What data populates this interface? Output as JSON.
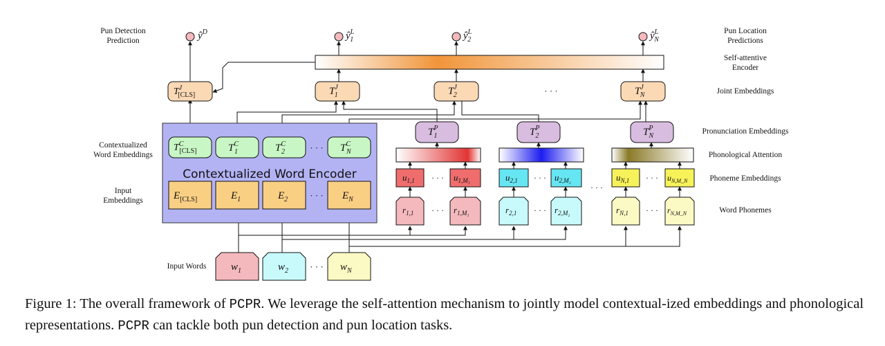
{
  "labels": {
    "pun_detection": [
      "Pun Detection",
      "Prediction"
    ],
    "pun_location": [
      "Pun Location",
      "Predictions"
    ],
    "self_attentive": [
      "Self-attentive",
      "Encoder"
    ],
    "joint_embeddings": "Joint Embeddings",
    "pronunciation_embeddings": "Pronunciation Embeddings",
    "phonological_attention": "Phonological Attention",
    "phoneme_embeddings": "Phoneme Embeddings",
    "word_phonemes": "Word Phonemes",
    "contextualized_word_embeddings": [
      "Contextualized",
      "Word Embeddings"
    ],
    "input_embeddings": [
      "Input",
      "Embeddings"
    ],
    "input_words": "Input Words",
    "encoder_title": "Contextualized Word Encoder"
  },
  "outputs": {
    "detection": {
      "base": "ŷ",
      "sup": "D"
    },
    "location": [
      {
        "base": "ŷ",
        "sup": "L",
        "sub": "1"
      },
      {
        "base": "ŷ",
        "sup": "L",
        "sub": "2"
      },
      {
        "base": "ŷ",
        "sup": "L",
        "sub": "N"
      }
    ]
  },
  "joint": [
    {
      "base": "T",
      "sup": "J",
      "sub": "[CLS]"
    },
    {
      "base": "T",
      "sup": "J",
      "sub": "1"
    },
    {
      "base": "T",
      "sup": "J",
      "sub": "2"
    },
    {
      "base": "T",
      "sup": "J",
      "sub": "N"
    }
  ],
  "contextual": [
    {
      "base": "T",
      "sup": "C",
      "sub": "[CLS]"
    },
    {
      "base": "T",
      "sup": "C",
      "sub": "1"
    },
    {
      "base": "T",
      "sup": "C",
      "sub": "2"
    },
    {
      "base": "T",
      "sup": "C",
      "sub": "N"
    }
  ],
  "input_embed": [
    {
      "base": "E",
      "sub": "[CLS]"
    },
    {
      "base": "E",
      "sub": "1"
    },
    {
      "base": "E",
      "sub": "2"
    },
    {
      "base": "E",
      "sub": "N"
    }
  ],
  "words": [
    {
      "base": "w",
      "sub": "1"
    },
    {
      "base": "w",
      "sub": "2"
    },
    {
      "base": "w",
      "sub": "N"
    }
  ],
  "pron": [
    {
      "base": "T",
      "sup": "P",
      "sub": "1"
    },
    {
      "base": "T",
      "sup": "P",
      "sub": "2"
    },
    {
      "base": "T",
      "sup": "P",
      "sub": "N"
    }
  ],
  "phoneme_groups": [
    {
      "u": [
        {
          "base": "u",
          "sub": "1,1"
        },
        {
          "base": "u",
          "sub": "1,M₁"
        }
      ],
      "r": [
        {
          "base": "r",
          "sub": "1,1"
        },
        {
          "base": "r",
          "sub": "1,M₁"
        }
      ]
    },
    {
      "u": [
        {
          "base": "u",
          "sub": "2,1"
        },
        {
          "base": "u",
          "sub": "2,M₂"
        }
      ],
      "r": [
        {
          "base": "r",
          "sub": "2,1"
        },
        {
          "base": "r",
          "sub": "2,M₂"
        }
      ]
    },
    {
      "u": [
        {
          "base": "u",
          "sub": "N,1"
        },
        {
          "base": "u",
          "sub": "N,M_N"
        }
      ],
      "r": [
        {
          "base": "r",
          "sub": "N,1"
        },
        {
          "base": "r",
          "sub": "N,M_N"
        }
      ]
    }
  ],
  "ellipsis": "· · ·",
  "colors": {
    "joint_fill": "#fbd9b5",
    "contextual_fill": "#c8f7c5",
    "input_embed_fill": "#f9cf84",
    "encoder_fill": "#b3b3f4",
    "pron_fill": "#d9bde0",
    "word1_fill": "#f4b9bd",
    "word2_fill": "#c8fafc",
    "wordN_fill": "#fcfac4",
    "u1_fill": "#ef6d6d",
    "u2_fill": "#66e6f2",
    "uN_fill": "#f7f25a",
    "self_attn_peak": "#f1953a",
    "attn1_peak": "#e23434",
    "attn2_peak": "#1d1df0",
    "attnN_peak": "#8a7a28",
    "output_node": "#f4b9bd"
  },
  "caption": {
    "figure_label": "Figure 1:",
    "text_a": "The overall framework of",
    "system_a": "PCPR",
    "text_b": ". We leverage the self-attention mechanism to jointly model contextual-ized embeddings and phonological representations.",
    "system_b": "PCPR",
    "text_c": "can tackle both pun detection and pun location tasks."
  }
}
